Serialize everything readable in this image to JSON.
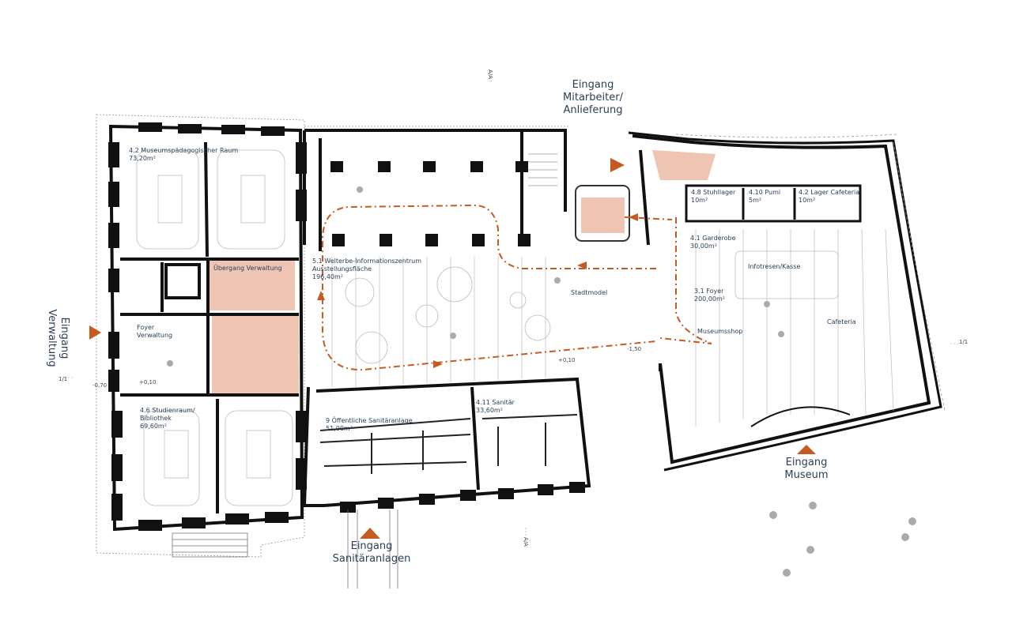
{
  "colors": {
    "wall": "#111111",
    "accent": "#c65a22",
    "highlight": "#eec5b2",
    "text": "#2a3f55",
    "furniture": "#bbbbbb"
  },
  "entrances": {
    "staff": [
      "Eingang",
      "Mitarbeiter/",
      "Anlieferung"
    ],
    "admin": [
      "Eingang",
      "Verwaltung"
    ],
    "sanitary": [
      "Eingang",
      "Sanitäranlagen"
    ],
    "museum": [
      "Eingang",
      "Museum"
    ]
  },
  "rooms": {
    "museumspaed": [
      "4.2 Museumspädagogischer Raum",
      "73,20m²"
    ],
    "uebergang": [
      "Übergang Verwaltung"
    ],
    "foyer_verw": [
      "Foyer",
      "Verwaltung"
    ],
    "studienraum": [
      "4.6 Studienraum/",
      "Bibliothek",
      "69,60m²"
    ],
    "welterbe": [
      "5.1 Welterbe-Informationszentrum",
      "Ausstellungsfläche",
      "196,40m²"
    ],
    "stadtmodel": [
      "Stadtmodel"
    ],
    "oeff_sanitaer": [
      "9 Öffentliche Sanitäranlage",
      "51,00m²"
    ],
    "sanitaer": [
      "4.11 Sanitär",
      "33,60m²"
    ],
    "stuhllager": [
      "4.8 Stuhllager",
      "10m²"
    ],
    "pumi": [
      "4.10 Pumi",
      "5m²"
    ],
    "lager_cafe": [
      "4.2 Lager Cafeteria",
      "10m²"
    ],
    "garderobe": [
      "4.1 Garderobe",
      "30,00m²"
    ],
    "infotresen": [
      "Infotresen/Kasse"
    ],
    "foyer": [
      "3.1 Foyer",
      "200,00m²"
    ],
    "museumsshop": [
      "Museumsshop"
    ],
    "cafeteria": [
      "Cafeteria"
    ]
  },
  "levels": {
    "a": "-0,70",
    "b": "+0,10",
    "c": "+0,10",
    "d": "-1,50"
  },
  "section_marks": {
    "aa_top": "A/A",
    "aa_bottom": "A/A",
    "one_left": "1/1",
    "one_right": "1/1"
  }
}
